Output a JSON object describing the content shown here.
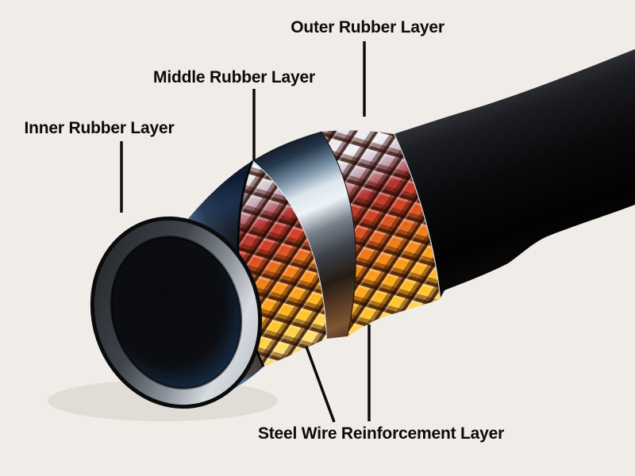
{
  "labels": {
    "outer": "Outer Rubber Layer",
    "middle": "Middle Rubber Layer",
    "inner": "Inner Rubber Layer",
    "steel": "Steel Wire Reinforcement Layer"
  },
  "colors": {
    "background": "#f0ece7",
    "label_text": "#0b0b0b",
    "leader_line": "#0c0c0c",
    "outer_rubber": "#050506",
    "inner_tube_dark": "#0b0d11",
    "inner_tube_highlight": "#c6cad0",
    "bore_glow_blue": "#3d7fd6",
    "braid_silver": "#f2f2f6",
    "braid_red": "#d44428",
    "braid_orange": "#ee7a1e",
    "braid_gold": "#ffc22a",
    "braid_shadow_olive": "#7a6430",
    "middle_rubber_highlight": "#dde6ee",
    "middle_rubber_bronze": "#7e5634"
  }
}
